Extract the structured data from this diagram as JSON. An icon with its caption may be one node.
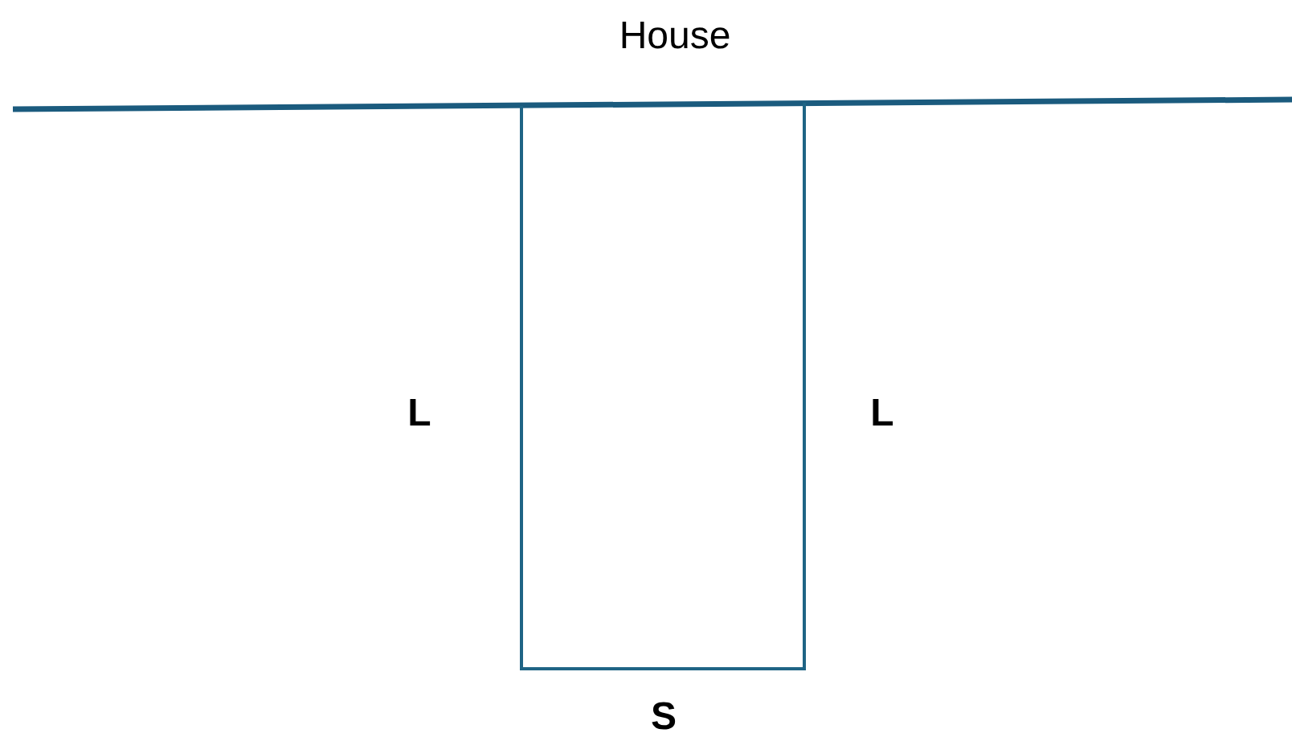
{
  "diagram": {
    "labels": [
      "House",
      "L",
      "L",
      "S"
    ]
  }
}
